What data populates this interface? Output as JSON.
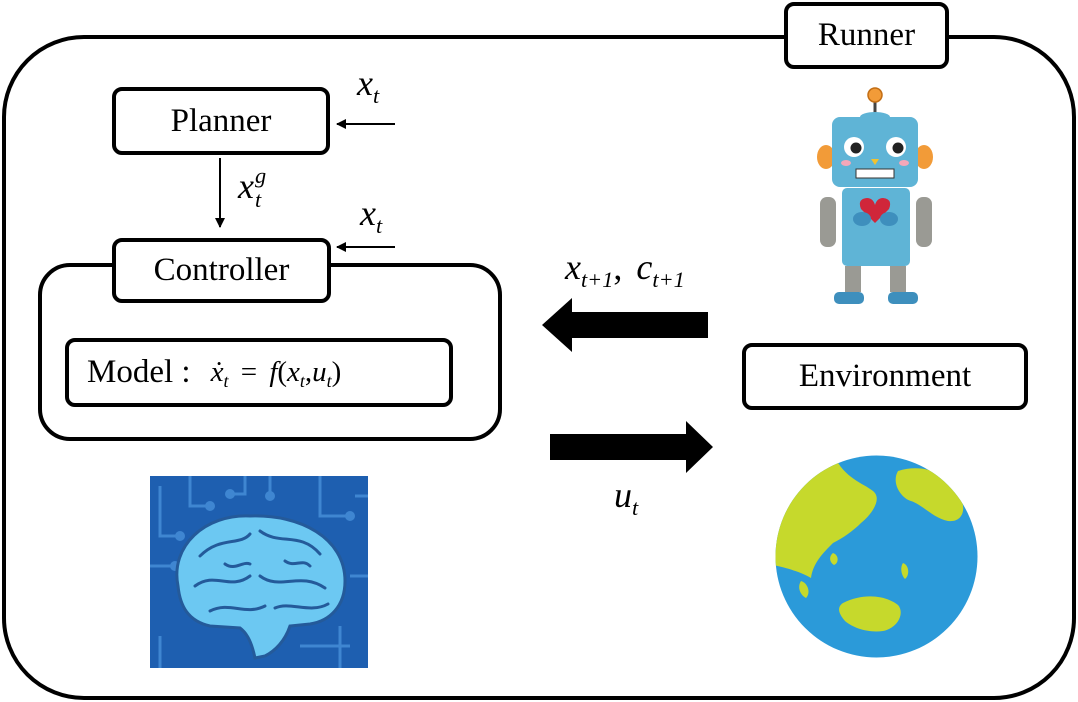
{
  "runner": {
    "label": "Runner"
  },
  "planner": {
    "label": "Planner"
  },
  "controller": {
    "label": "Controller"
  },
  "environment": {
    "label": "Environment"
  },
  "model": {
    "label": "Model :",
    "equation": {
      "lhs": "ẋ",
      "lhs_sub": "t",
      "eq": "=",
      "func": "f",
      "open": "(",
      "a": "x",
      "a_sub": "t",
      "comma": ",",
      "b": "u",
      "b_sub": "t",
      "close": ")"
    }
  },
  "signals": {
    "planner_input": {
      "var": "x",
      "sub": "t"
    },
    "controller_input": {
      "var": "x",
      "sub": "t"
    },
    "goal": {
      "var": "x",
      "sub": "t",
      "sup": "g"
    },
    "feedback": {
      "x": "x",
      "x_sub": "t+1",
      "sep": ",",
      "c": "c",
      "c_sub": "t+1"
    },
    "action": {
      "var": "u",
      "sub": "t"
    }
  },
  "illustrations": {
    "robot": "robot-icon",
    "brain": "brain-circuit-icon",
    "globe": "earth-globe-icon"
  },
  "colors": {
    "line": "#000000",
    "robot_body": "#5fb4d6",
    "robot_accent": "#f29b38",
    "robot_heart": "#d0263a",
    "robot_arm": "#9a9a94",
    "brain_bg": "#1e5fb0",
    "brain": "#6cc8f2",
    "ocean": "#2b9ad9",
    "land": "#c6d92c"
  }
}
